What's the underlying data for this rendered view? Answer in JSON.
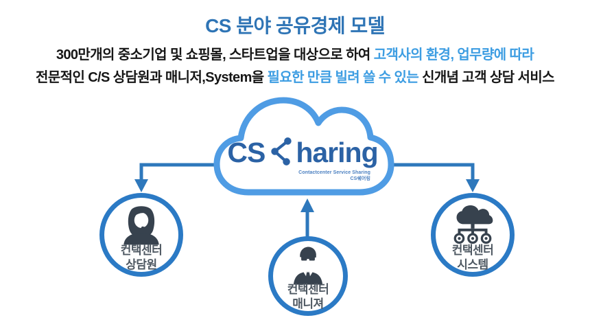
{
  "title": "CS 분야 공유경제 모델",
  "subtitle": {
    "line1": [
      {
        "text": "300만개의 중소기업 및 쇼핑몰, 스타트업을 대상으로 하여 "
      },
      {
        "text": "고객사의 환경, 업무량에 따라"
      }
    ],
    "line2": [
      {
        "text": "전문적인 C/S 상담원과 매니저,System을 "
      },
      {
        "text": "필요한 만큼 빌려 쓸 수 있는 "
      },
      {
        "text": "신개념 고객 상담 서비스"
      }
    ]
  },
  "cloud": {
    "logo_cs": "CS",
    "logo_sharing": "haring",
    "tagline": "Contactcenter Service Sharing",
    "tagline_kr": "CS쉐어링"
  },
  "nodes": [
    {
      "id": "agent",
      "label_line1": "컨택센터",
      "label_line2": "상담원",
      "icon": "agent-headset-icon"
    },
    {
      "id": "manager",
      "label_line1": "컨택센터",
      "label_line2": "매니져",
      "icon": "manager-icon"
    },
    {
      "id": "system",
      "label_line1": "컨택센터",
      "label_line2": "시스템",
      "icon": "cloud-network-icon"
    }
  ],
  "colors": {
    "title_blue": "#2e74b5",
    "text_dark": "#161616",
    "accent_blue": "#3d9de2",
    "cloud_stroke": "#4f9ce4",
    "logo_blue": "#2b62a5",
    "tagline_blue": "#4a7fc0",
    "ring_blue": "#2b7ac5",
    "arrow_blue": "#2e78bc",
    "icon_dark": "#37424e",
    "label_gray": "#4e5862"
  }
}
